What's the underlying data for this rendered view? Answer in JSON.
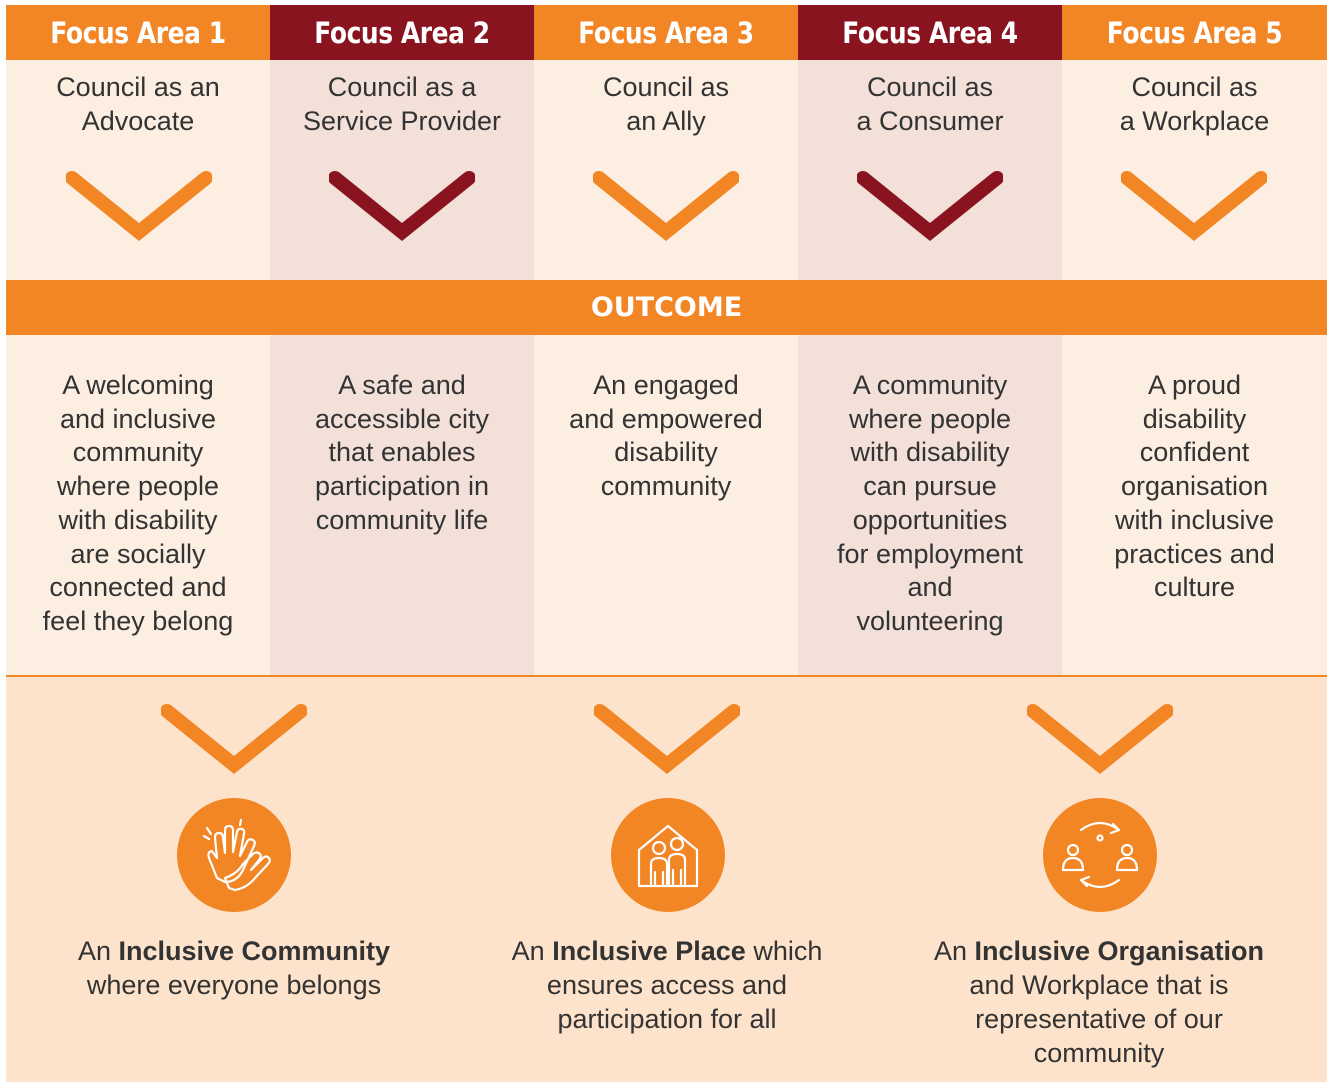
{
  "colors": {
    "orange": "#f28524",
    "maroon": "#8a1320",
    "panel_light": "#fdeee2",
    "panel_shaded": "#f2e0d9",
    "bottom_panel": "#fde3cb"
  },
  "focus_areas": [
    {
      "header": "Focus Area 1",
      "role": "Council as an\nAdvocate",
      "outcome": "A welcoming\nand inclusive\ncommunity\nwhere people\nwith disability\nare socially\nconnected and\nfeel they belong",
      "accent": "orange"
    },
    {
      "header": "Focus Area 2",
      "role": "Council as a\nService Provider",
      "outcome": "A safe and\naccessible city\nthat enables\nparticipation in\ncommunity life",
      "accent": "maroon"
    },
    {
      "header": "Focus Area 3",
      "role": "Council as\nan Ally",
      "outcome": "An engaged\nand empowered\ndisability\ncommunity",
      "accent": "orange"
    },
    {
      "header": "Focus Area 4",
      "role": "Council as\na Consumer",
      "outcome": "A community\nwhere people\nwith disability\ncan pursue\nopportunities\nfor employment\nand\nvolunteering",
      "accent": "maroon"
    },
    {
      "header": "Focus Area 5",
      "role": "Council as\na Workplace",
      "outcome": "A proud\ndisability\nconfident\norganisation\nwith inclusive\npractices and\nculture",
      "accent": "orange"
    }
  ],
  "outcome_label": "OUTCOME",
  "results": [
    {
      "icon": "hands-icon",
      "prefix": "An ",
      "bold": "Inclusive Community",
      "suffix": "",
      "rest": "where everyone belongs"
    },
    {
      "icon": "home-people-icon",
      "prefix": "An ",
      "bold": "Inclusive Place",
      "suffix": " which",
      "rest": "ensures access and participation for all"
    },
    {
      "icon": "cycle-people-icon",
      "prefix": "An ",
      "bold": "Inclusive Organisation",
      "suffix": "",
      "rest": "and Workplace that is representative of our community"
    }
  ]
}
